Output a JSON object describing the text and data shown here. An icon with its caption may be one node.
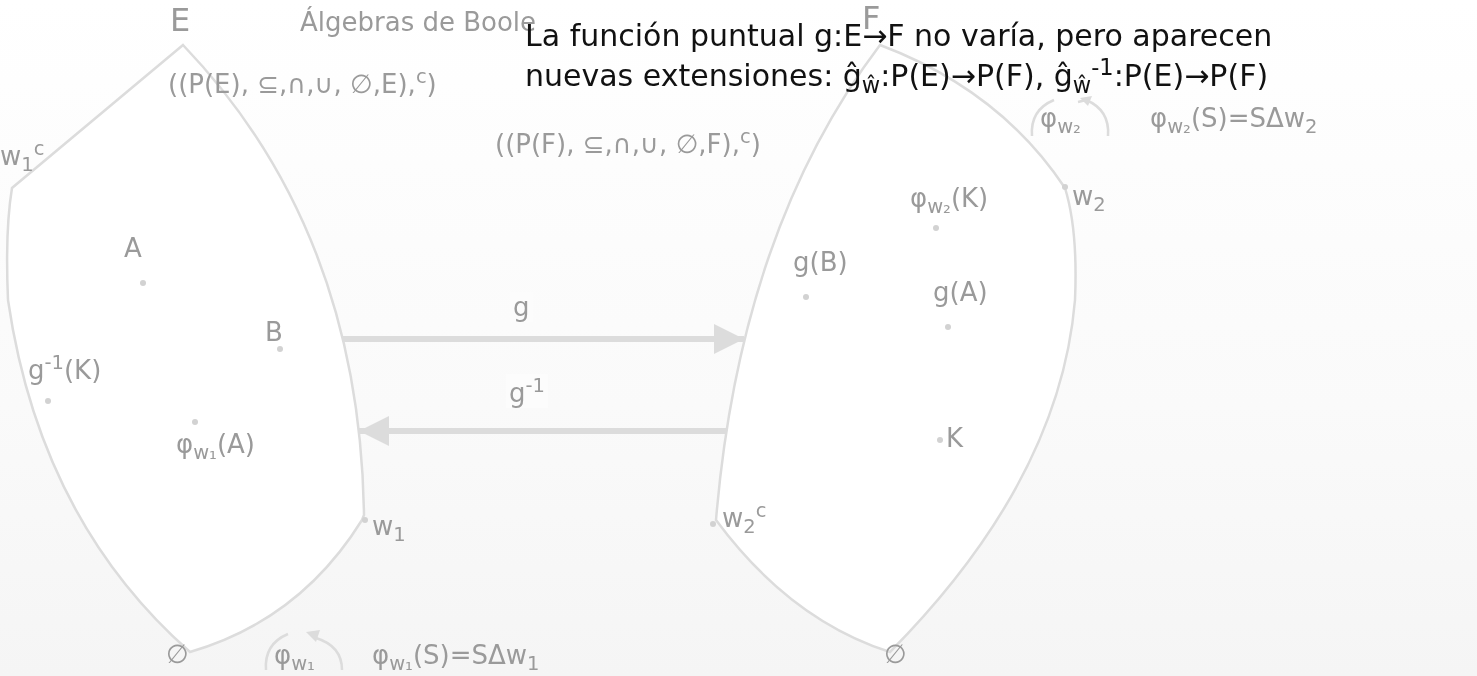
{
  "diagram": {
    "title": "La función puntual g:E→F no varía, pero aparecen nuevas extensiones: ĝ$_{ŵ}$:P(E)→P(F), ĝ$_{ŵ}$$^{-1}$:P(E)→P(F)",
    "nodes": [
      {
        "text": [
          "E"
        ]
      },
      {
        "text": [
          "F"
        ]
      }
    ],
    "edges": [
      {
        "from": 0,
        "to": 1,
        "arrow": "to",
        "label": "g"
      },
      {
        "from": 1,
        "to": 0,
        "arrow": "to",
        "label": "g$^{-1}$"
      }
    ],
    "labels": [
      "Álgebras de Boole",
      "((P(E), ⊆,∩,∪, ∅,E),$^{c}$)",
      "((P(F), ⊆,∩,∪, ∅,F),$^{c}$)",
      "φ$_{w₂}$",
      "φ$_{w₂}$(S)=SΔw$_{2}$",
      "w$_{1}$$^{c}$",
      "φ$_{w₂}$(K)",
      "w$_{2}$",
      "A",
      "g(B)",
      "g(A)",
      "B",
      "g$^{-1}$(K)",
      "φ$_{w₁}$(A)",
      "K",
      "w$_{1}$",
      "w$_{2}$$^{c}$",
      "∅",
      "φ$_{w₁}$",
      "φ$_{w₁}$(S)=SΔw$_{1}$",
      "∅"
    ]
  }
}
